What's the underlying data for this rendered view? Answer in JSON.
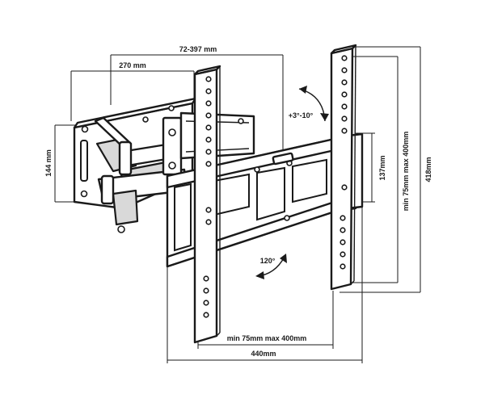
{
  "dimensions": {
    "arm_extension": "72-397 mm",
    "wall_plate_width": "270 mm",
    "wall_plate_height": "144 mm",
    "tilt": "+3°-10°",
    "swivel": "120°",
    "vesa_vertical": "min 75mm max 400mm",
    "total_height": "418mm",
    "inner_height": "137mm",
    "vesa_horizontal": "min 75mm max 400mm",
    "total_width": "440mm"
  }
}
